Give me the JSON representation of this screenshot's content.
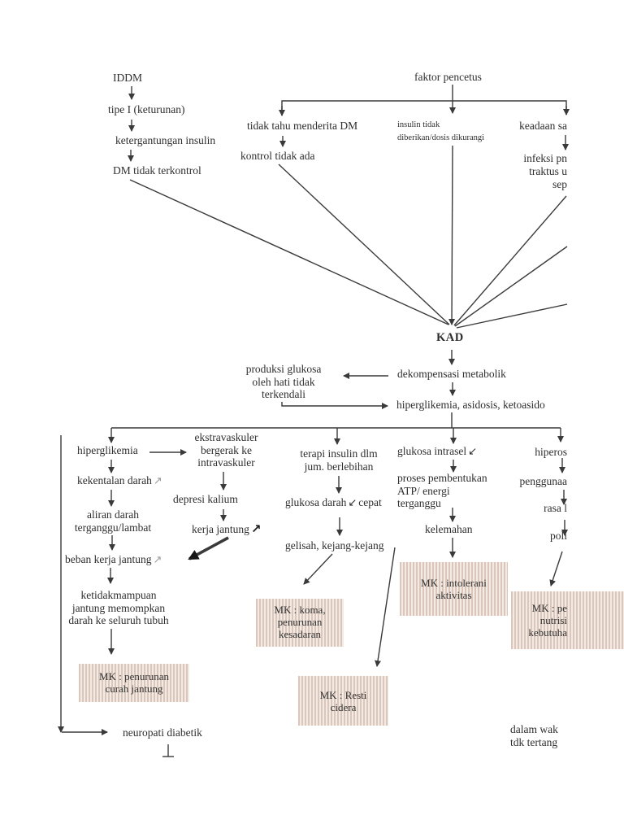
{
  "title": "Pathway KAD (Ketoasidosis Diabetik) flowchart",
  "colors": {
    "background": "#ffffff",
    "text": "#2e2e2e",
    "line": "#3a3a3a",
    "gray_arrow": "#9b9b9b",
    "box_stripe_dark": "#dcc5ba",
    "box_stripe_light": "#f2ebe3"
  },
  "icons": {
    "increase": "↗",
    "decrease": "↙"
  },
  "nodes": {
    "iddm": "IDDM",
    "tipe1": "tipe I (keturunan)",
    "ketergantungan": "ketergantungan insulin",
    "dm_terkontrol": "DM tidak terkontrol",
    "faktor": "faktor pencetus",
    "tidak_tahu": "tidak tahu menderita DM",
    "kontrol": "kontrol tidak ada",
    "insulin_l1": "insulin tidak",
    "insulin_l2": "diberikan/dosis dikurangi",
    "keadaan": "keadaan sa",
    "infeksi_block": "infeksi pn\ntraktus u\nsep",
    "kad": "KAD",
    "dekompensasi": "dekompensasi metabolik",
    "produksi": "produksi glukosa\noleh hati tidak\nterkendali",
    "hiperglikemia_asidosis": "hiperglikemia, asidosis, ketoasido",
    "hiperglikemia": "hiperglikemia",
    "ekstravaskuler": "ekstravaskuler\nbergerak ke\nintravaskuler",
    "kekentalan": "kekentalan darah",
    "aliran": "aliran darah\nterganggu/lambat",
    "beban": "beban kerja jantung",
    "depresi": "depresi kalium",
    "kerja_jantung": "kerja jantung",
    "ketidakmampuan": "ketidakmampuan\njantung memompkan\ndarah ke seluruh tubuh",
    "terapi": "terapi insulin dlm\njum. berlebihan",
    "glukosa_darah_a": "glukosa darah",
    "glukosa_darah_b": "cepat",
    "gelisah": "gelisah, kejang-kejang",
    "glukosa_intrasel": "glukosa intrasel",
    "proses": "proses pembentukan\nATP/ energi\nterganggu",
    "kelemahan": "kelemahan",
    "hiperos": "hiperos",
    "penggunaa": "penggunaa",
    "rasa": "rasa l",
    "poli": "poli",
    "neuropati": "neuropati diabetik",
    "catatan": "dalam wak\ntdk tertang"
  },
  "boxes": {
    "curah": "MK : penurunan\ncurah jantung",
    "koma": "MK : koma,\npenurunan\nkesadaran",
    "intolerani": "MK : intolerani\naktivitas",
    "resti": "MK :  Resti\ncidera",
    "nutrisi": "MK : pe\nnutrisi\nkebutuha"
  }
}
